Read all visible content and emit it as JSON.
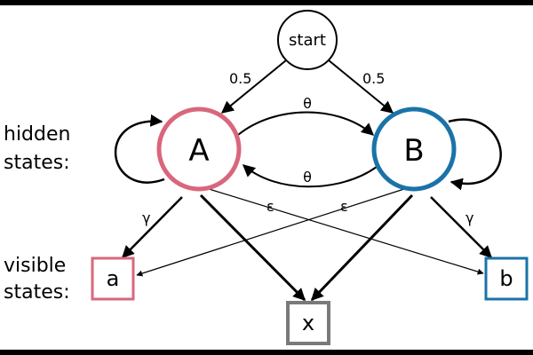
{
  "labels": {
    "hidden_states_line1": "hidden",
    "hidden_states_line2": "states:",
    "visible_states_line1": "visible",
    "visible_states_line2": "states:"
  },
  "nodes": {
    "start": "start",
    "A": "A",
    "B": "B",
    "a": "a",
    "b": "b",
    "x": "x"
  },
  "edges": {
    "start_to_A": "0.5",
    "start_to_B": "0.5",
    "A_to_B": "θ",
    "B_to_A": "θ",
    "A_to_a": "γ",
    "B_to_b": "γ",
    "A_to_b": "ε",
    "B_to_a": "ε"
  },
  "colors": {
    "state_A": "#d9677c",
    "state_B": "#1a73a8",
    "state_x": "#7a7a7a",
    "ink": "#000000",
    "background": "#ffffff"
  }
}
